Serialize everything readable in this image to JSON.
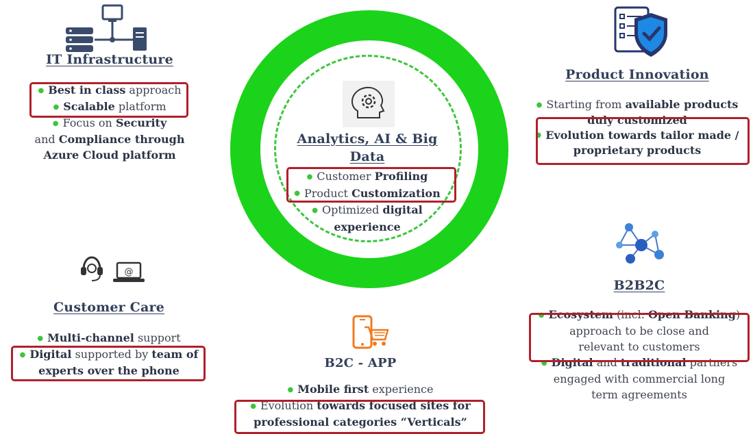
{
  "colors": {
    "ring": "#1bd31b",
    "accent_dot": "#3cc63c",
    "highlight_box": "#b0202a",
    "title": "#33405a"
  },
  "it_infrastructure": {
    "icon": "network-server-icon",
    "title": "IT Infrastructure",
    "l1_bold": "Best in class",
    "l1_rest": " approach",
    "l2_bold": "Scalable",
    "l2_rest": " platform",
    "l3_text": "Focus on ",
    "l3_bold": "Security",
    "l4_text": "and ",
    "l4_bold": "Compliance through",
    "l5_bold": "Azure Cloud platform"
  },
  "product_innovation": {
    "icon": "secure-checklist-icon",
    "title": "Product Innovation",
    "l1_text": "Starting from ",
    "l1_bold": "available products",
    "l2_bold": "duly customized",
    "l3_bold": "Evolution towards tailor made /",
    "l4_bold": "proprietary products"
  },
  "analytics": {
    "icon": "head-gear-icon",
    "title_l1": "Analytics, AI & Big",
    "title_l2": "Data",
    "l1_text": "Customer ",
    "l1_bold": "Profiling",
    "l2_text": "Product ",
    "l2_bold": "Customization",
    "l3_text": "Optimized ",
    "l3_bold": "digital",
    "l4_bold": "experience"
  },
  "customer_care": {
    "icons": [
      "headset-icon",
      "laptop-email-icon"
    ],
    "title": "Customer Care",
    "l1_bold": "Multi-channel",
    "l1_rest": " support",
    "l2_bold": "Digital",
    "l2_mid": " supported by ",
    "l2_bold2": "team of",
    "l3_bold": "experts over the phone"
  },
  "b2c_app": {
    "icon": "mobile-cart-icon",
    "title": "B2C - APP",
    "l1_bold": "Mobile first",
    "l1_rest": " experience",
    "l2_text": "Evolution ",
    "l2_bold": "towards focused sites for",
    "l3_bold": "professional categories “Verticals”"
  },
  "b2b2c": {
    "icon": "network-nodes-icon",
    "title": "B2B2C",
    "l1_bold": "Ecosystem",
    "l1_mid": " (incl. ",
    "l1_bold2": "Open Banking",
    "l1_end": ")",
    "l2_text": "approach to be close and",
    "l3_text": "relevant to customers",
    "l4_bold": "Digital",
    "l4_mid": " and ",
    "l4_bold2": "traditional",
    "l4_end": " partners",
    "l5_text": "engaged with commercial long",
    "l6_text": "term agreements"
  }
}
